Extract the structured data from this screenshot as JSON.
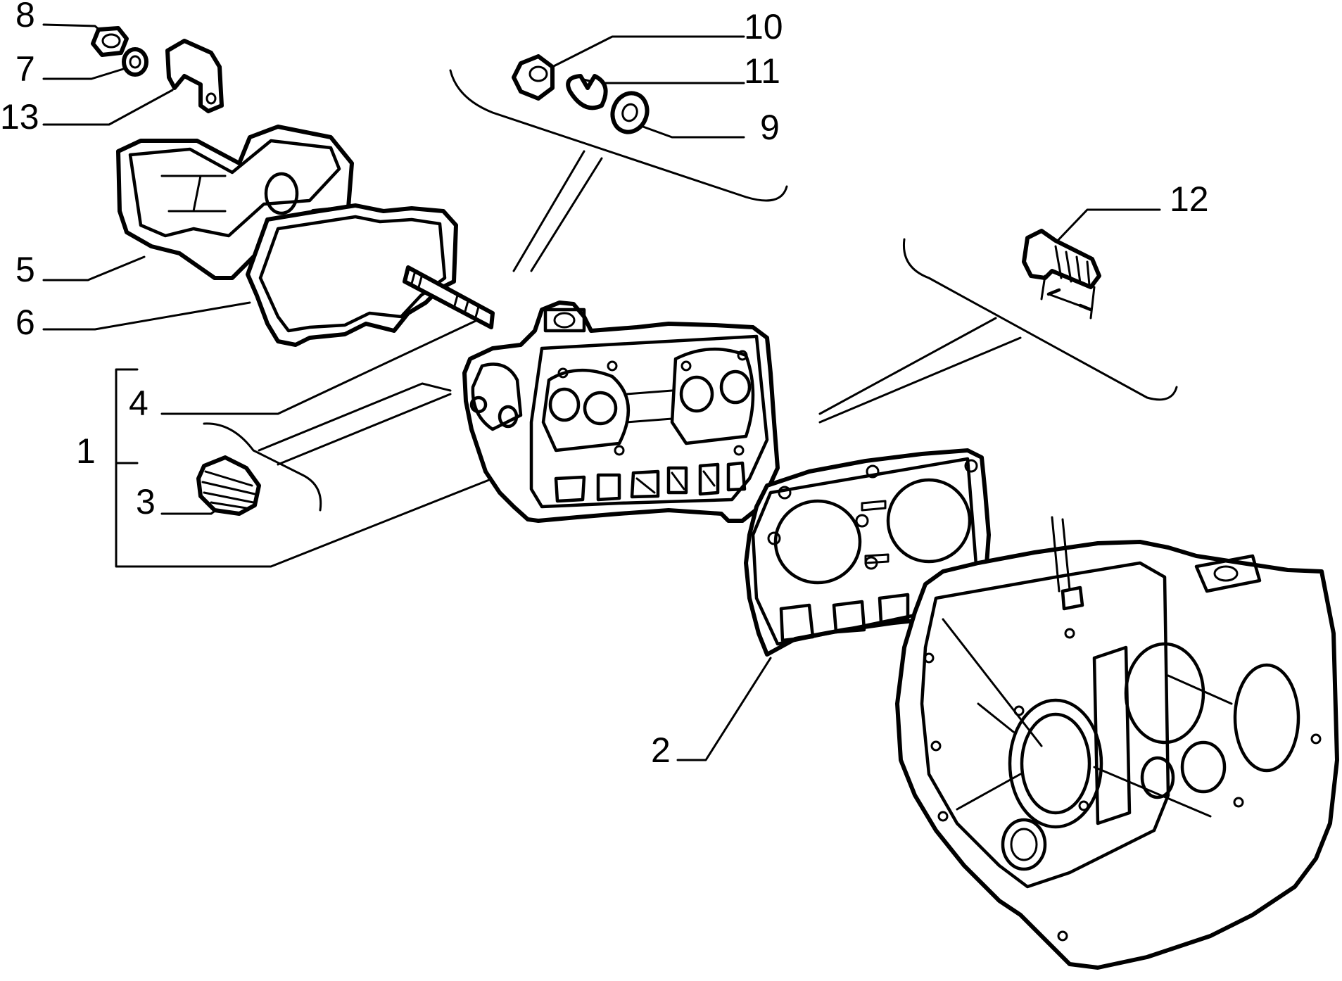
{
  "diagram": {
    "callouts": [
      {
        "id": "8",
        "label": "8"
      },
      {
        "id": "7",
        "label": "7"
      },
      {
        "id": "13",
        "label": "13"
      },
      {
        "id": "10",
        "label": "10"
      },
      {
        "id": "11",
        "label": "11"
      },
      {
        "id": "9",
        "label": "9"
      },
      {
        "id": "12",
        "label": "12"
      },
      {
        "id": "5",
        "label": "5"
      },
      {
        "id": "6",
        "label": "6"
      },
      {
        "id": "4",
        "label": "4"
      },
      {
        "id": "1",
        "label": "1"
      },
      {
        "id": "3",
        "label": "3"
      },
      {
        "id": "2",
        "label": "2"
      }
    ]
  }
}
